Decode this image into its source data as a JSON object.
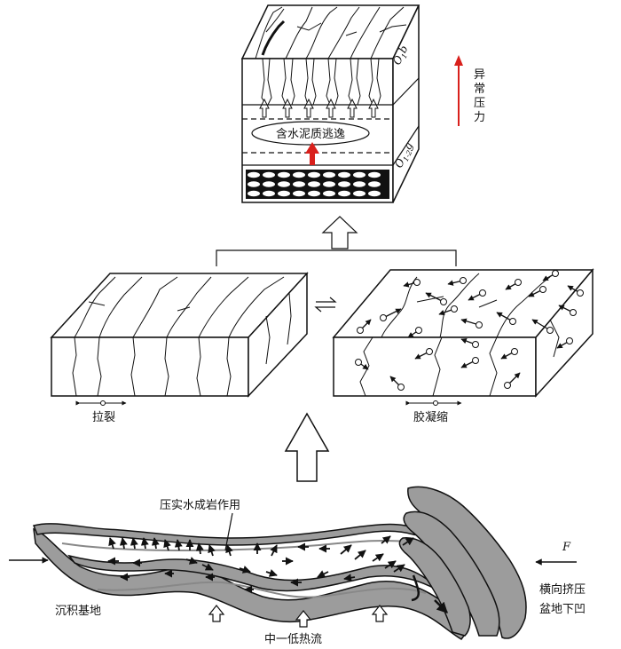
{
  "labels": {
    "layer_top": "O",
    "layer_top_sub": "1",
    "layer_top_suffix": "b",
    "layer_bottom": "O",
    "layer_bottom_sub": "1-2",
    "layer_bottom_suffix": "g",
    "escape_ellipse": "含水泥质逃逸",
    "abnormal_pressure": [
      "异",
      "常",
      "压",
      "力"
    ],
    "cracking": "拉裂",
    "gel_shrinkage": "胶凝缩",
    "compaction_label": "压实水成岩作用",
    "basin_label": "沉积基地",
    "heat_flow": "中一低热流",
    "lateral_compression": [
      "横向挤压",
      "盆地下凹"
    ],
    "force": "F"
  },
  "colors": {
    "pressure_arrow": "#d9201c",
    "rock_fill": "#9c9c9c",
    "line": "#111111"
  }
}
